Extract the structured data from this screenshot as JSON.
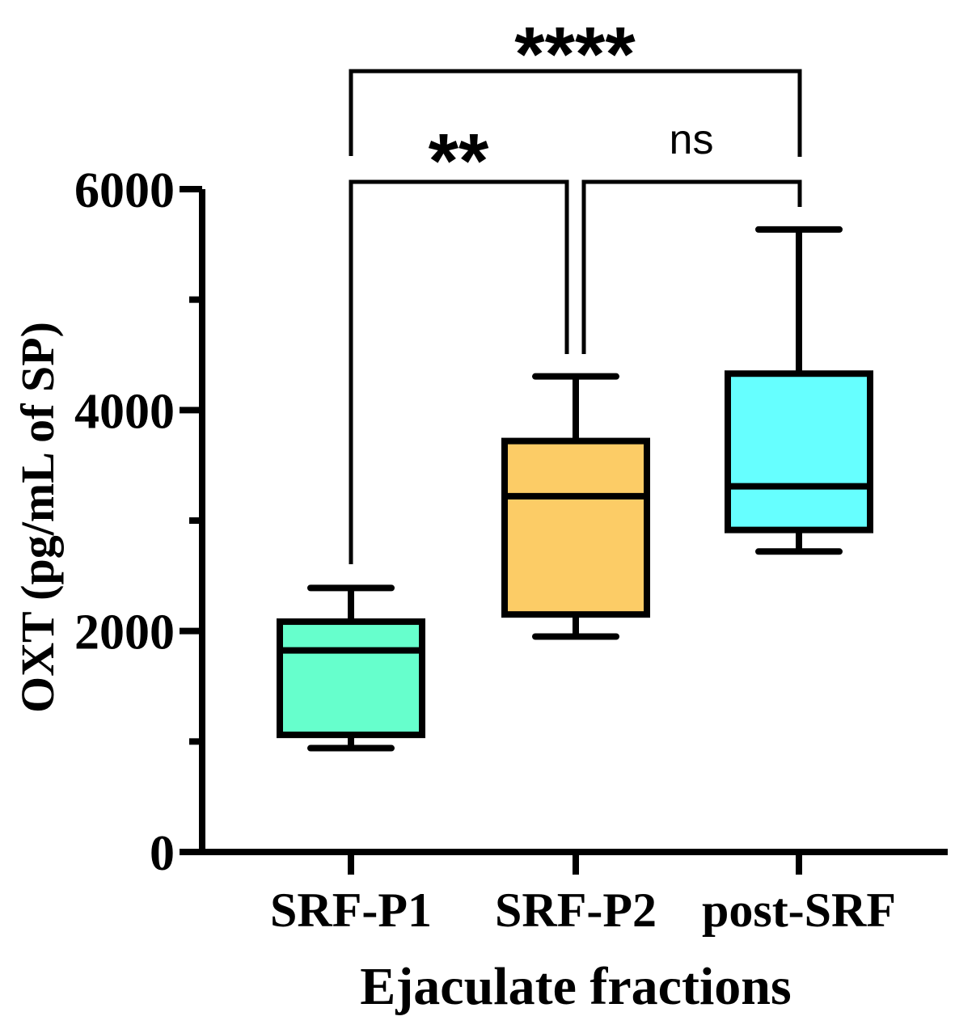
{
  "chart_data": {
    "type": "box",
    "title": "",
    "xlabel": "Ejaculate fractions",
    "ylabel": "OXT (pg/mL of SP)",
    "ylim": [
      0,
      6000
    ],
    "yticks_major": [
      0,
      2000,
      4000,
      6000
    ],
    "yticks_minor": [
      1000,
      3000,
      5000
    ],
    "grid": false,
    "legend": null,
    "categories": [
      "SRF-P1",
      "SRF-P2",
      "post-SRF"
    ],
    "series": [
      {
        "name": "SRF-P1",
        "color": "#66FFCC",
        "min": 940,
        "q1": 1060,
        "median": 1825,
        "q3": 2085,
        "max": 2390
      },
      {
        "name": "SRF-P2",
        "color": "#FCCC66",
        "min": 1950,
        "q1": 2150,
        "median": 3220,
        "q3": 3720,
        "max": 4305
      },
      {
        "name": "post-SRF",
        "color": "#66FFFF",
        "min": 2720,
        "q1": 2915,
        "median": 3310,
        "q3": 4330,
        "max": 5635
      }
    ],
    "annotations": [
      {
        "type": "significance",
        "from": "SRF-P1",
        "to": "SRF-P2",
        "label": "**"
      },
      {
        "type": "significance",
        "from": "SRF-P2",
        "to": "post-SRF",
        "label": "ns"
      },
      {
        "type": "significance",
        "from": "SRF-P1",
        "to": "post-SRF",
        "label": "****"
      }
    ]
  }
}
